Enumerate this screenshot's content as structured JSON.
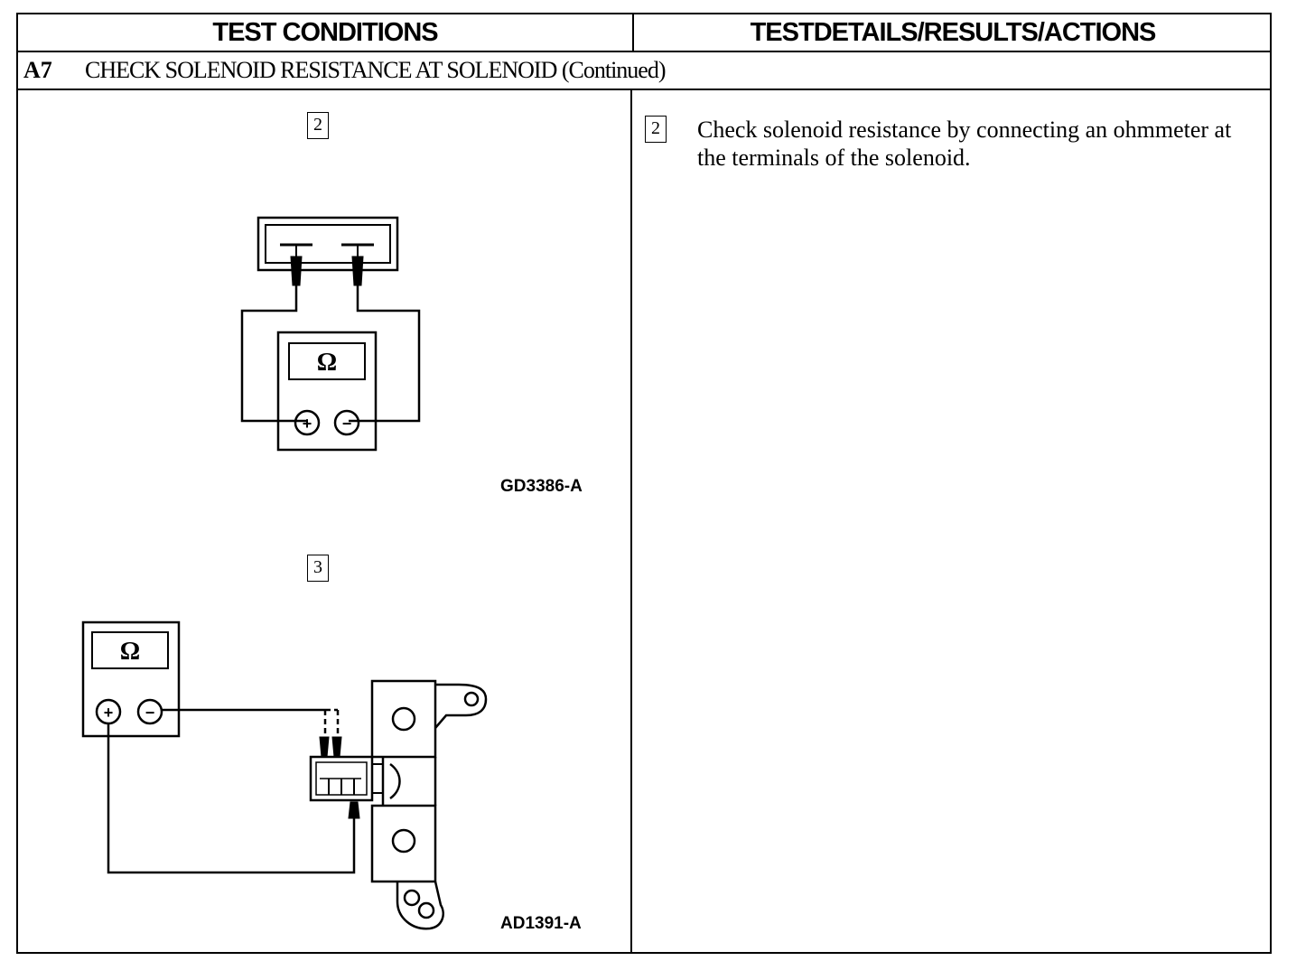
{
  "header": {
    "left": "TEST CONDITIONS",
    "right": "TESTDETAILS/RESULTS/ACTIONS"
  },
  "step": {
    "id": "A7",
    "title": "CHECK SOLENOID RESISTANCE AT SOLENOID (Continued)"
  },
  "figures": [
    {
      "number": "2",
      "label": "GD3386-A",
      "meter_symbol": "Ω",
      "plus": "+",
      "minus": "−"
    },
    {
      "number": "3",
      "label": "AD1391-A",
      "meter_symbol": "Ω",
      "plus": "+",
      "minus": "−"
    }
  ],
  "details": [
    {
      "number": "2",
      "text": "Check solenoid resistance by connecting an ohmmeter at the terminals of the solenoid."
    }
  ]
}
